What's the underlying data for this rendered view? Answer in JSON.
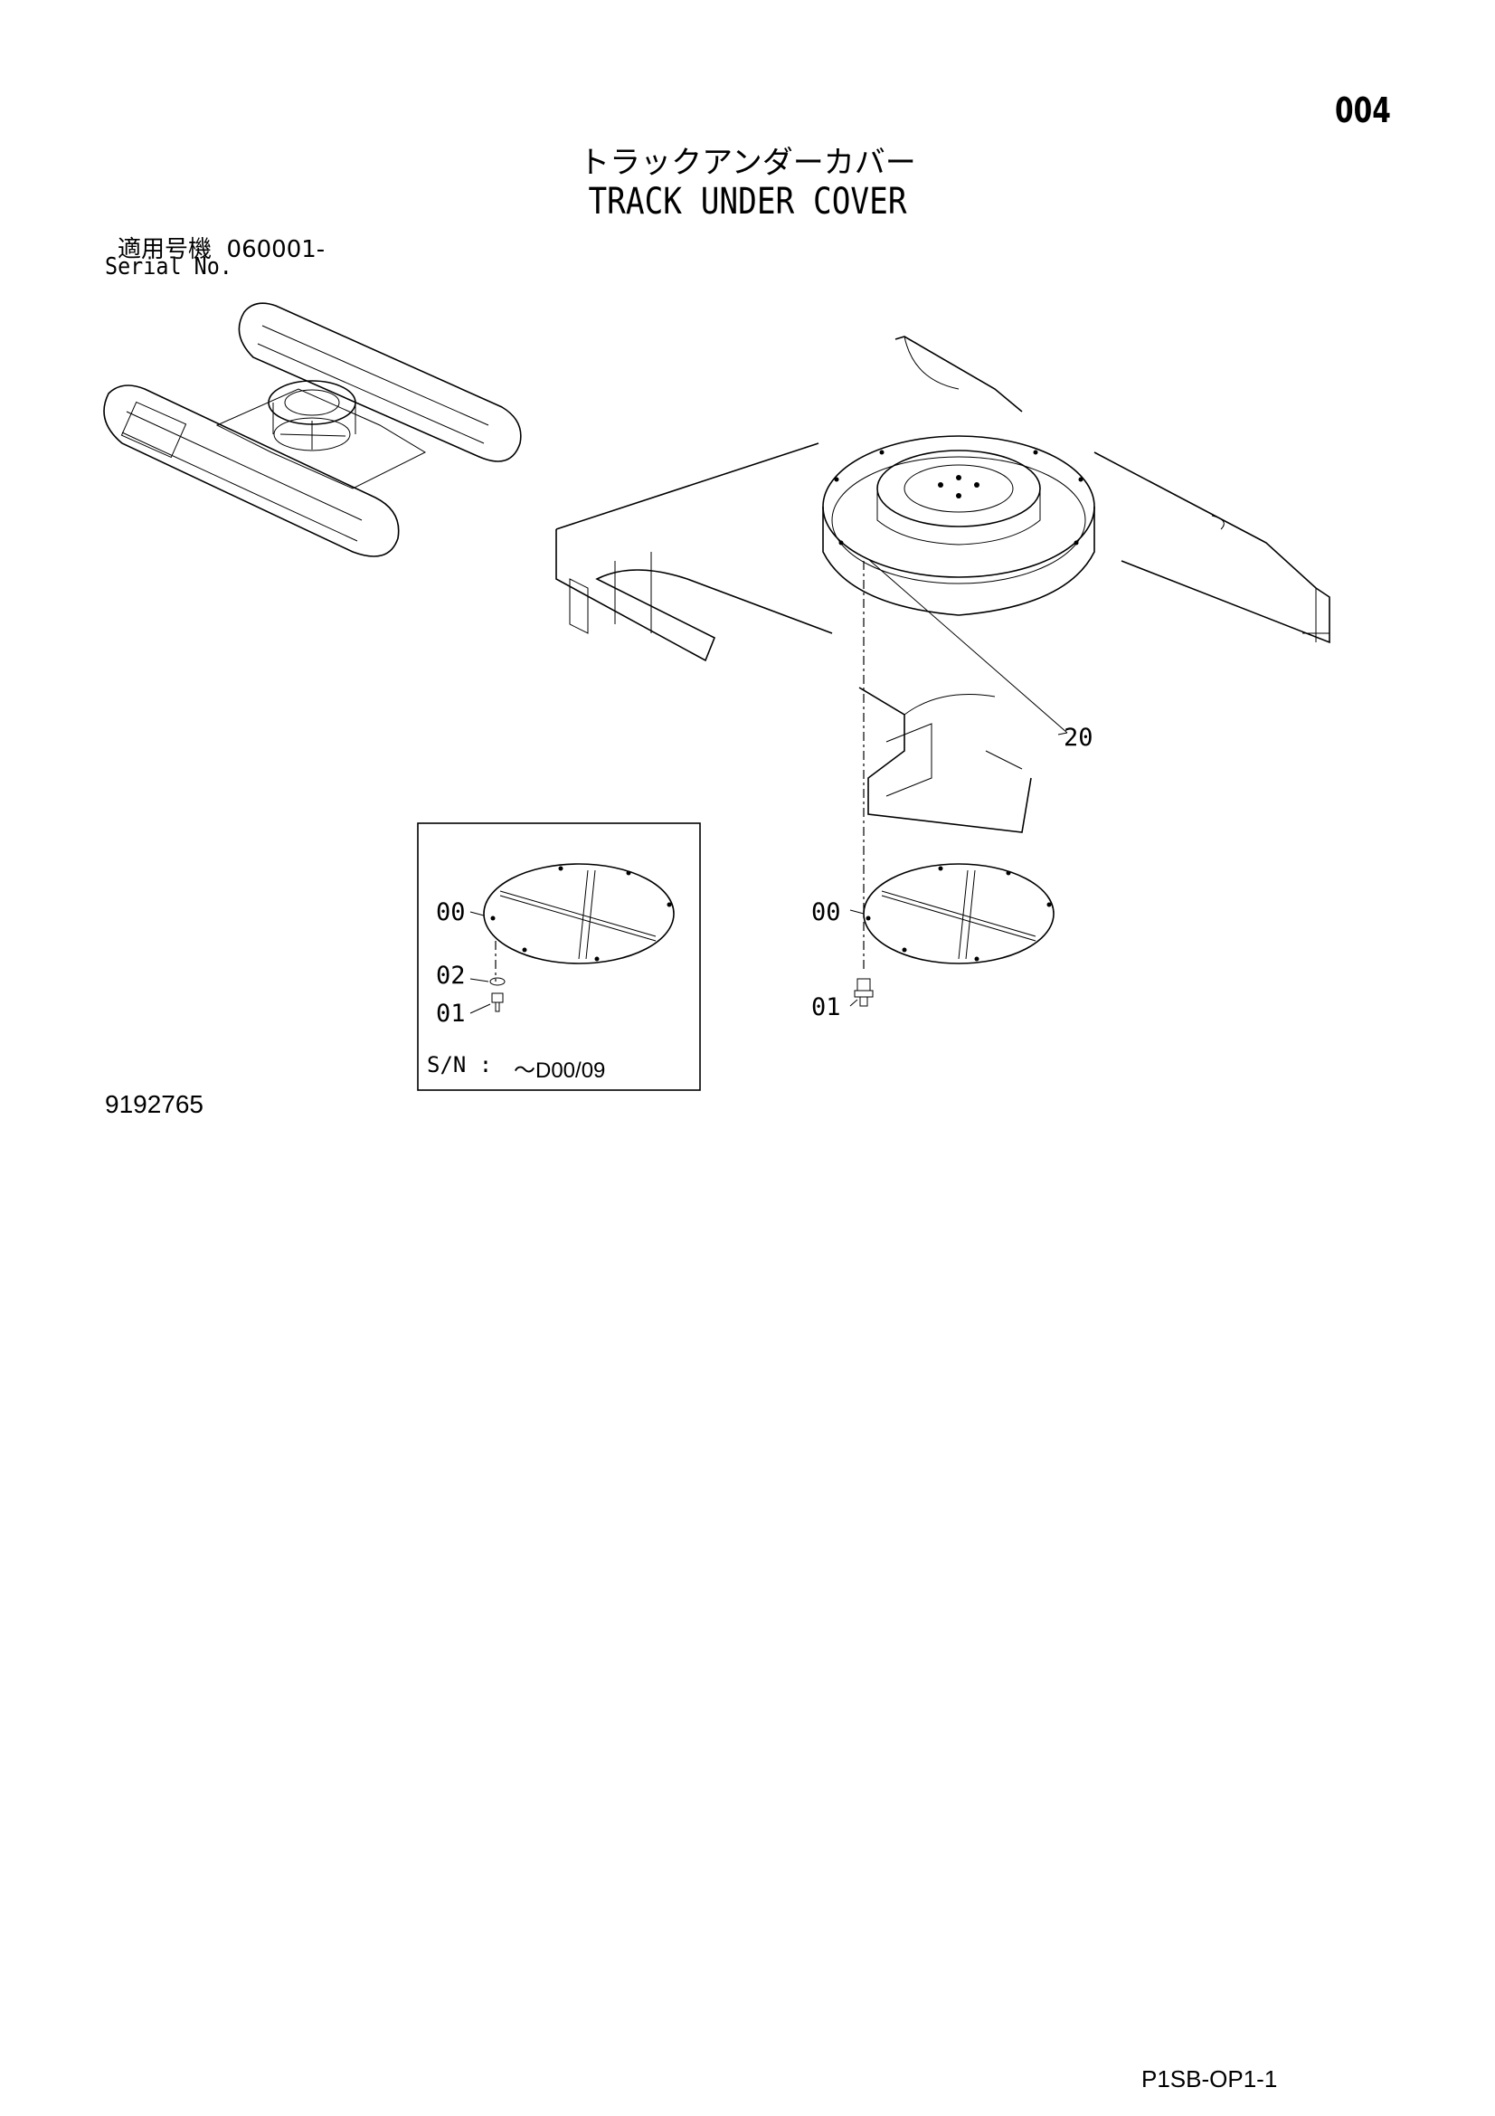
{
  "page_number": "004",
  "title_jp": "トラックアンダーカバー",
  "title_en": "TRACK UNDER COVER",
  "serial_label_jp": "適用号機",
  "serial_value": "060001-",
  "serial_label_en": "Serial No.",
  "document_number": "9192765",
  "footer_code": "P1SB-OP1-1",
  "inset": {
    "sn_label": "S/N :",
    "sn_range": "～D00/09",
    "callouts": [
      "00",
      "02",
      "01"
    ]
  },
  "main_callouts": [
    "20",
    "00",
    "01"
  ]
}
